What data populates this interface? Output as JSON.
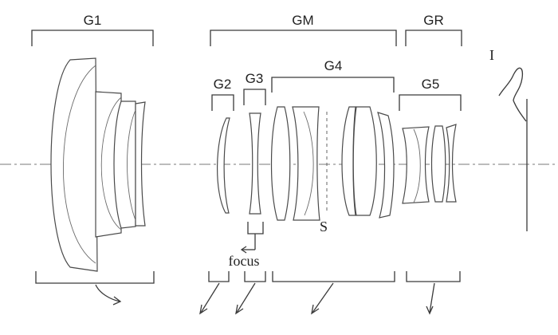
{
  "labels": {
    "g1": "G1",
    "gm": "GM",
    "gr": "GR",
    "g2": "G2",
    "g3": "G3",
    "g4": "G4",
    "g5": "G5",
    "image_plane": "I",
    "stop": "S",
    "focus": "focus"
  }
}
